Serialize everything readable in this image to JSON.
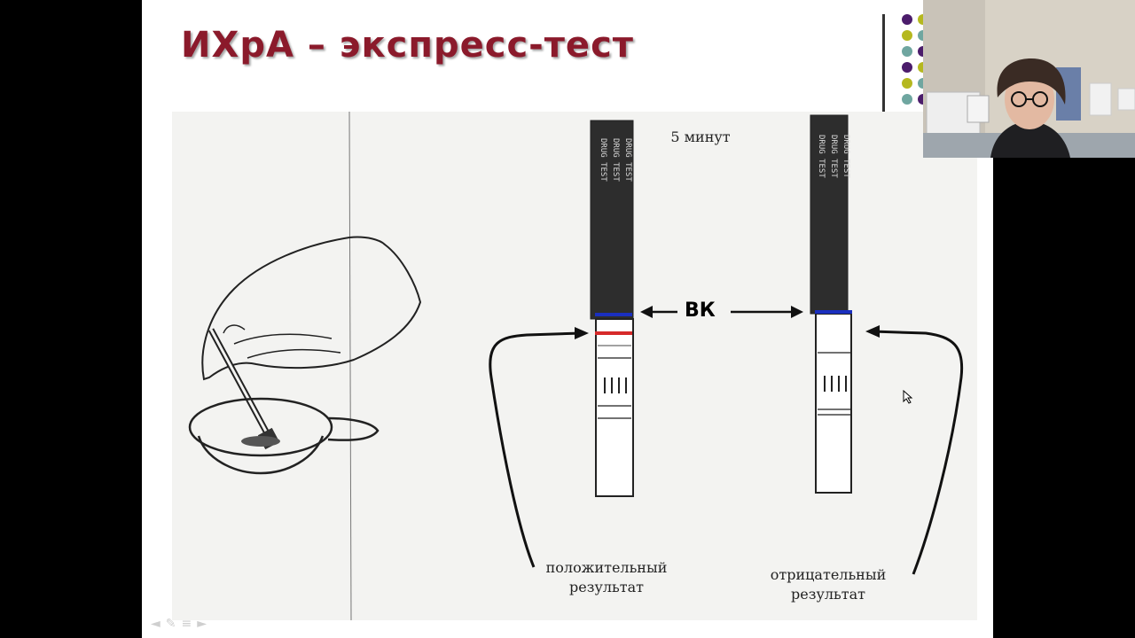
{
  "slide": {
    "title": "ИХрА – экспресс-тест",
    "time_label": "5 минут",
    "control_label": "ВК",
    "positive_label_1": "положительный",
    "positive_label_2": "результат",
    "negative_label_1": "отрицательный",
    "negative_label_2": "результат",
    "strip_print": "DRUG TEST",
    "control_line_color": "#1a2fbf",
    "test_line_color": "#d62a2a",
    "title_color": "#8b1a2b"
  },
  "decor": {
    "dot_colors": [
      "#4b1c6b",
      "#b5b81f",
      "#6fa6a0"
    ]
  },
  "nav": {
    "icons": [
      "prev-slide-icon",
      "pen-icon",
      "menu-icon",
      "next-slide-icon"
    ]
  }
}
